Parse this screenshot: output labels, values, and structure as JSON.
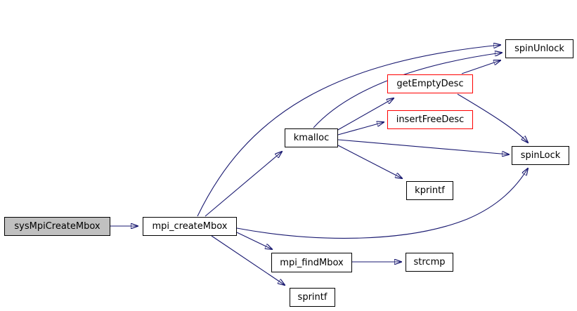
{
  "diagram": {
    "type": "call-graph",
    "background_color": "#ffffff",
    "edge_color": "#191970",
    "node_border_color": "#000000",
    "highlight_border_color": "#ff0000",
    "root_fill_color": "#c0c0c0",
    "nodes": {
      "root": {
        "label": "sysMpiCreateMbox",
        "style": "gray-filled"
      },
      "mpi_createMbox": {
        "label": "mpi_createMbox",
        "style": "normal"
      },
      "kmalloc": {
        "label": "kmalloc",
        "style": "normal"
      },
      "getEmptyDesc": {
        "label": "getEmptyDesc",
        "style": "red-border"
      },
      "insertFreeDesc": {
        "label": "insertFreeDesc",
        "style": "red-border"
      },
      "spinUnlock": {
        "label": "spinUnlock",
        "style": "normal"
      },
      "spinLock": {
        "label": "spinLock",
        "style": "normal"
      },
      "kprintf": {
        "label": "kprintf",
        "style": "normal"
      },
      "mpi_findMbox": {
        "label": "mpi_findMbox",
        "style": "normal"
      },
      "strcmp": {
        "label": "strcmp",
        "style": "normal"
      },
      "sprintf": {
        "label": "sprintf",
        "style": "normal"
      }
    },
    "edges": [
      {
        "from": "sysMpiCreateMbox",
        "to": "mpi_createMbox"
      },
      {
        "from": "mpi_createMbox",
        "to": "kmalloc"
      },
      {
        "from": "mpi_createMbox",
        "to": "spinUnlock"
      },
      {
        "from": "mpi_createMbox",
        "to": "spinLock"
      },
      {
        "from": "mpi_createMbox",
        "to": "mpi_findMbox"
      },
      {
        "from": "mpi_createMbox",
        "to": "sprintf"
      },
      {
        "from": "kmalloc",
        "to": "spinUnlock"
      },
      {
        "from": "kmalloc",
        "to": "getEmptyDesc"
      },
      {
        "from": "kmalloc",
        "to": "insertFreeDesc"
      },
      {
        "from": "kmalloc",
        "to": "spinLock"
      },
      {
        "from": "kmalloc",
        "to": "kprintf"
      },
      {
        "from": "getEmptyDesc",
        "to": "spinUnlock"
      },
      {
        "from": "getEmptyDesc",
        "to": "spinLock"
      },
      {
        "from": "mpi_findMbox",
        "to": "strcmp"
      }
    ]
  }
}
